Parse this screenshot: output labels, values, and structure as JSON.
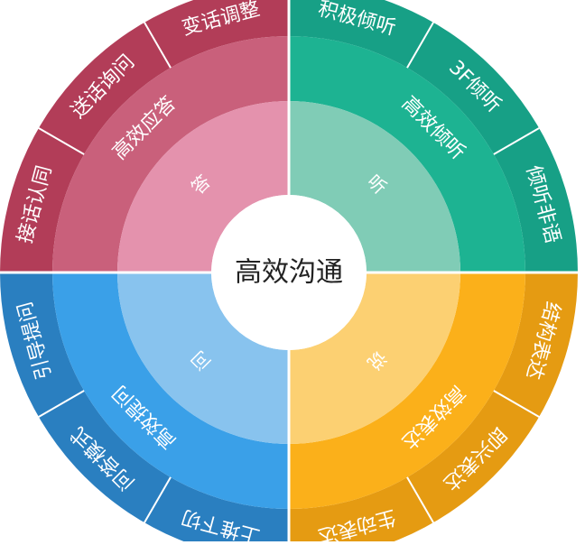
{
  "center": {
    "label": "高效沟通"
  },
  "quadrants": [
    {
      "id": "listen",
      "core": "听",
      "title": "高效倾听",
      "colors": {
        "outer": "#17a086",
        "middle": "#1db392",
        "inner": "#80ccb6"
      },
      "items": [
        "积极倾听",
        "3F倾听",
        "倾听非语"
      ]
    },
    {
      "id": "speak",
      "core": "说",
      "title": "高效表达",
      "colors": {
        "outer": "#e59b12",
        "middle": "#fbb01a",
        "inner": "#fcd072"
      },
      "items": [
        "结构表达",
        "即兴表达",
        "生动表达"
      ]
    },
    {
      "id": "ask",
      "core": "问",
      "title": "高效提问",
      "colors": {
        "outer": "#2a7fc0",
        "middle": "#3aa0e8",
        "inner": "#88c3ee"
      },
      "items": [
        "上堆下切",
        "问答模式",
        "引导提问"
      ]
    },
    {
      "id": "respond",
      "core": "答",
      "title": "高效应答",
      "colors": {
        "outer": "#b23d58",
        "middle": "#c9607b",
        "inner": "#e492ad"
      },
      "items": [
        "接话认同",
        "送话询问",
        "变话调整"
      ]
    }
  ]
}
